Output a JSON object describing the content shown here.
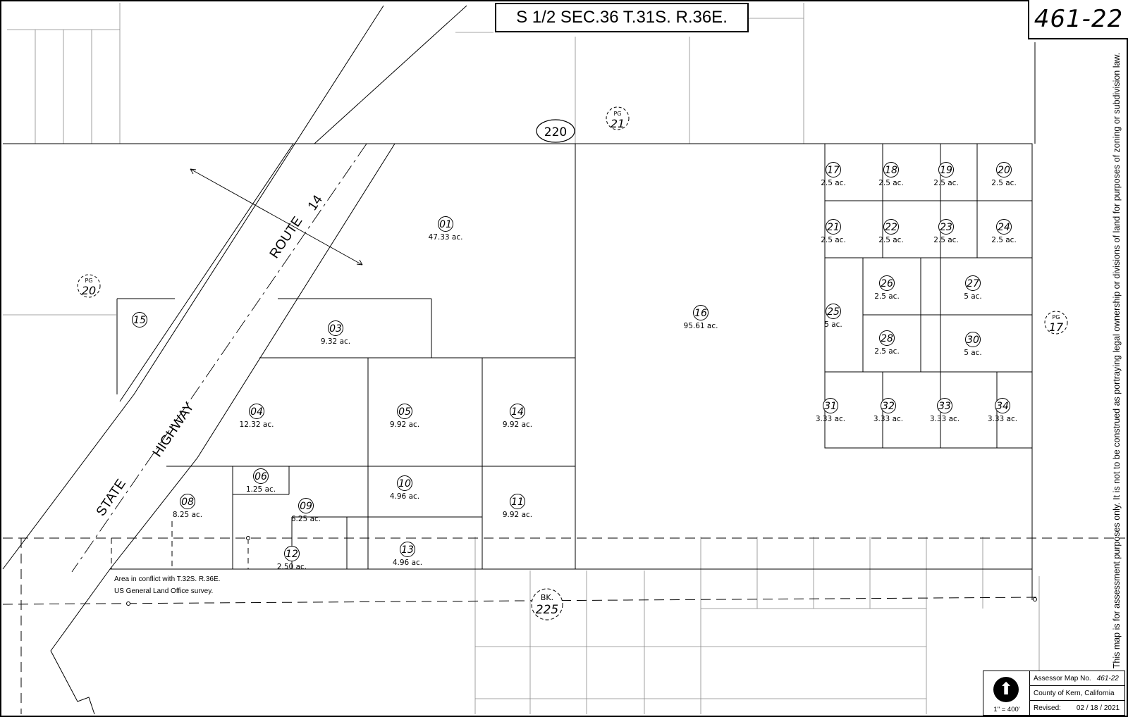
{
  "title": "S 1/2 SEC.36 T.31S. R.36E.",
  "map_number": "461-22",
  "disclaimer": "This map is for assessment purposes only. It is not to be construed as portraying legal ownership or divisions of land for purposes of zoning or subdivision law.",
  "road": {
    "line1": "ROUTE",
    "line1_num": "14",
    "line2": "STATE",
    "line2_b": "HIGHWAY"
  },
  "conflict_note": {
    "line1": "Area in conflict with T.32S. R.36E.",
    "line2": "US General Land Office survey."
  },
  "refs": {
    "book_220": "220",
    "pg21": {
      "label": "PG",
      "num": "21"
    },
    "pg20": {
      "label": "PG",
      "num": "20"
    },
    "pg17": {
      "label": "PG",
      "num": "17"
    },
    "bk225": {
      "label": "BK.",
      "num": "225"
    }
  },
  "parcels": [
    {
      "num": "01",
      "area": "47.33 ac."
    },
    {
      "num": "03",
      "area": "9.32 ac."
    },
    {
      "num": "04",
      "area": "12.32 ac."
    },
    {
      "num": "05",
      "area": "9.92 ac."
    },
    {
      "num": "06",
      "area": "1.25 ac."
    },
    {
      "num": "08",
      "area": "8.25 ac."
    },
    {
      "num": "09",
      "area": "6.25 ac."
    },
    {
      "num": "10",
      "area": "4.96 ac."
    },
    {
      "num": "11",
      "area": "9.92 ac."
    },
    {
      "num": "12",
      "area": "2.50 ac."
    },
    {
      "num": "13",
      "area": "4.96 ac."
    },
    {
      "num": "14",
      "area": "9.92 ac."
    },
    {
      "num": "15",
      "area": ""
    },
    {
      "num": "16",
      "area": "95.61 ac."
    },
    {
      "num": "17",
      "area": "2.5 ac."
    },
    {
      "num": "18",
      "area": "2.5 ac."
    },
    {
      "num": "19",
      "area": "2.5 ac."
    },
    {
      "num": "20",
      "area": "2.5 ac."
    },
    {
      "num": "21",
      "area": "2.5 ac."
    },
    {
      "num": "22",
      "area": "2.5 ac."
    },
    {
      "num": "23",
      "area": "2.5 ac."
    },
    {
      "num": "24",
      "area": "2.5 ac."
    },
    {
      "num": "25",
      "area": "5 ac."
    },
    {
      "num": "26",
      "area": "2.5 ac."
    },
    {
      "num": "27",
      "area": "5 ac."
    },
    {
      "num": "28",
      "area": "2.5 ac."
    },
    {
      "num": "30",
      "area": "5 ac."
    },
    {
      "num": "31",
      "area": "3.33 ac."
    },
    {
      "num": "32",
      "area": "3.33 ac."
    },
    {
      "num": "33",
      "area": "3.33 ac."
    },
    {
      "num": "34",
      "area": "3.33 ac."
    }
  ],
  "info": {
    "map_label": "Assessor Map No.",
    "map_value": "461-22",
    "county": "County of Kern, California",
    "revised_label": "Revised:",
    "revised_value": "02 / 18 / 2021",
    "scale": "1\" = 400'"
  },
  "north_icon": "north-arrow-icon"
}
